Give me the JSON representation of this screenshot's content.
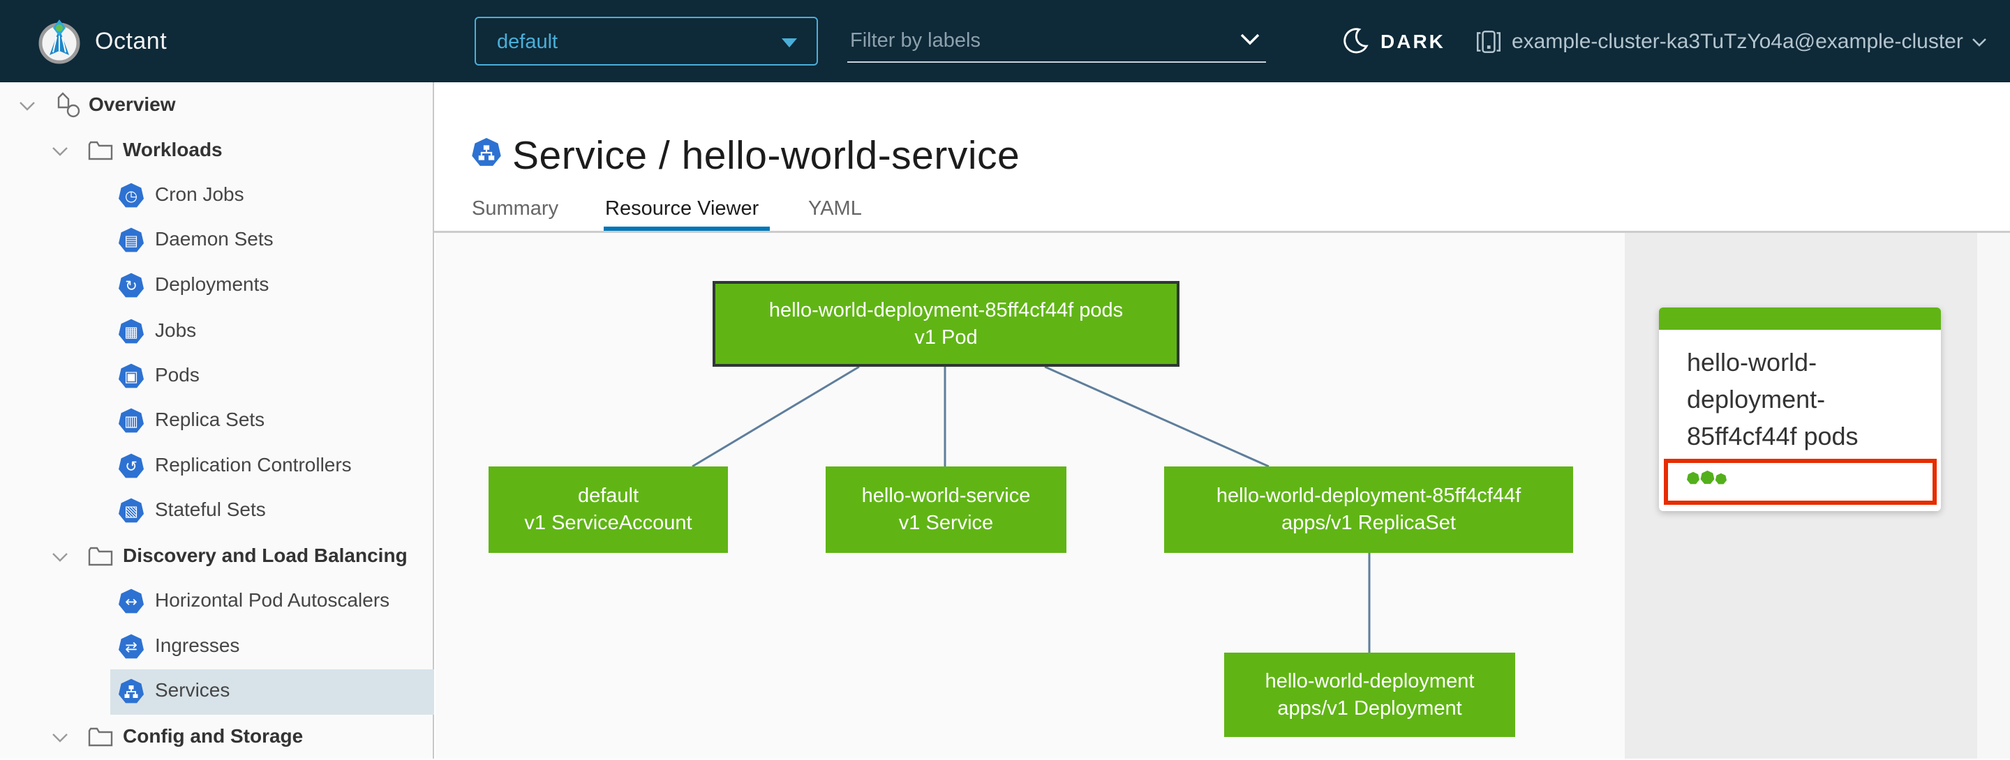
{
  "header": {
    "app_name": "Octant",
    "namespace_selector": {
      "value": "default"
    },
    "label_filter": {
      "placeholder": "Filter by labels"
    },
    "theme_toggle": {
      "label": "DARK"
    },
    "cluster_selector": {
      "value": "example-cluster-ka3TuTzYo4a@example-cluster"
    }
  },
  "sidebar": {
    "items": [
      {
        "label": "Overview",
        "icon": "objects-icon",
        "expanded": true
      },
      {
        "label": "Workloads",
        "icon": "folder-icon",
        "expanded": true
      },
      {
        "label": "Cron Jobs",
        "icon": "cronjob-icon",
        "glyph": "◷"
      },
      {
        "label": "Daemon Sets",
        "icon": "daemonset-icon",
        "glyph": "▤"
      },
      {
        "label": "Deployments",
        "icon": "deployment-icon",
        "glyph": "↻"
      },
      {
        "label": "Jobs",
        "icon": "job-icon",
        "glyph": "▦"
      },
      {
        "label": "Pods",
        "icon": "pod-icon",
        "glyph": "▣"
      },
      {
        "label": "Replica Sets",
        "icon": "replicaset-icon",
        "glyph": "▥"
      },
      {
        "label": "Replication Controllers",
        "icon": "replicationcontroller-icon",
        "glyph": "↺"
      },
      {
        "label": "Stateful Sets",
        "icon": "statefulset-icon",
        "glyph": "▧"
      },
      {
        "label": "Discovery and Load Balancing",
        "icon": "folder-icon",
        "expanded": true
      },
      {
        "label": "Horizontal Pod Autoscalers",
        "icon": "hpa-icon",
        "glyph": "↔"
      },
      {
        "label": "Ingresses",
        "icon": "ingress-icon",
        "glyph": "⇄"
      },
      {
        "label": "Services",
        "icon": "service-icon",
        "selected": true
      },
      {
        "label": "Config and Storage",
        "icon": "folder-icon",
        "expanded": true
      }
    ]
  },
  "main": {
    "title": "Service / hello-world-service",
    "tabs": [
      {
        "label": "Summary",
        "active": false
      },
      {
        "label": "Resource Viewer",
        "active": true
      },
      {
        "label": "YAML",
        "active": false
      }
    ]
  },
  "graph": {
    "nodes": [
      {
        "id": "pod",
        "line1": "hello-world-deployment-85ff4cf44f pods",
        "line2": "v1 Pod",
        "status": "ok",
        "selected": true
      },
      {
        "id": "serviceaccount",
        "line1": "default",
        "line2": "v1 ServiceAccount",
        "status": "ok",
        "selected": false
      },
      {
        "id": "service",
        "line1": "hello-world-service",
        "line2": "v1 Service",
        "status": "ok",
        "selected": false
      },
      {
        "id": "replicaset",
        "line1": "hello-world-deployment-85ff4cf44f",
        "line2": "apps/v1 ReplicaSet",
        "status": "ok",
        "selected": false
      },
      {
        "id": "deployment",
        "line1": "hello-world-deployment",
        "line2": "apps/v1 Deployment",
        "status": "ok",
        "selected": false
      }
    ],
    "edges": [
      {
        "from": "pod",
        "to": "serviceaccount"
      },
      {
        "from": "pod",
        "to": "service"
      },
      {
        "from": "pod",
        "to": "replicaset"
      },
      {
        "from": "replicaset",
        "to": "deployment"
      }
    ]
  },
  "side_panel": {
    "card": {
      "title_lines": [
        "hello-world-",
        "deployment-",
        "85ff4cf44f pods"
      ],
      "pod_ok_count": 3
    }
  },
  "colors": {
    "header_bg": "#0e2938",
    "accent_blue": "#49afd9",
    "tab_active_blue": "#0076b8",
    "k8s_icon_blue": "#2d72d2",
    "node_green": "#60b515",
    "status_dot_green": "#53b01c",
    "alert_red": "#e82c00",
    "edge_blue_gray": "#5f7e9c"
  }
}
